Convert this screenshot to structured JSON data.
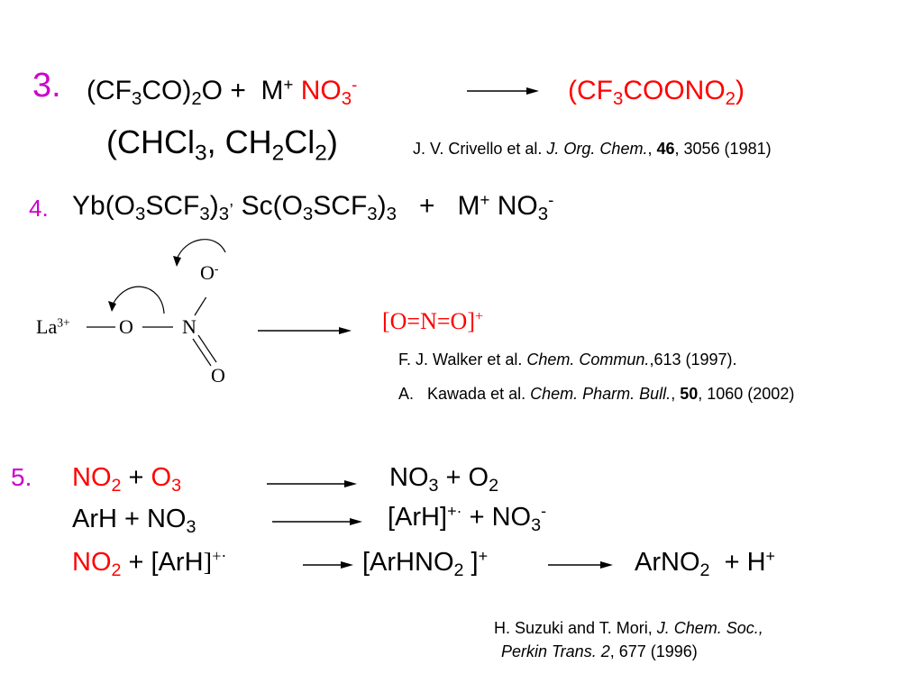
{
  "colors": {
    "red": "#ff0000",
    "purple": "#cc00cc",
    "black": "#000000"
  },
  "item3": {
    "number": "3.",
    "reactant_open": "(CF",
    "reactant_3": "3",
    "reactant_co": "CO)",
    "reactant_2": "2",
    "reactant_o": "O +",
    "m": "M",
    "plus": "+",
    "no3": "NO",
    "no3_sub": "3",
    "minus": "-",
    "product_open": "(CF",
    "product_3": "3",
    "product_mid": "COONO",
    "product_2": "2",
    "product_close": ")",
    "solvent_open": "(CHCl",
    "solvent_3": "3",
    "solvent_mid": ", CH",
    "solvent_2a": "2",
    "solvent_cl": "Cl",
    "solvent_2b": "2",
    "solvent_close": ")",
    "ref_authors": "J. V. Crivello et al.",
    "ref_journal": "J. Org. Chem.",
    "ref_comma1": ",",
    "ref_volume": "46",
    "ref_rest": ", 3056 (1981)"
  },
  "item4": {
    "number": "4.",
    "yb": "Yb(O",
    "yb_3": "3",
    "yb_scf": "SCF",
    "yb_3b": "3",
    "yb_close": ")",
    "yb_3c": "3",
    "comma": ",",
    "sc": "Sc(O",
    "sc_3": "3",
    "sc_scf": "SCF",
    "sc_3b": "3",
    "sc_close": ")",
    "sc_3c": "3",
    "plus": "+",
    "m": "M",
    "m_plus": "+",
    "no3": "NO",
    "no3_sub": "3",
    "no3_minus": "-"
  },
  "mechanism": {
    "la": "La",
    "la_charge": "3+",
    "o_bridge": "O",
    "n": "N",
    "o_minus": "O",
    "o_minus_charge": "-",
    "o_double": "O",
    "product": "[O=N=O]",
    "product_charge": "+"
  },
  "refs4": {
    "walker_authors": "F. J. Walker et al.",
    "walker_journal": "Chem. Commun.",
    "walker_rest": ",613 (1997).",
    "kawada_marker": "A.",
    "kawada_authors": "Kawada et al.",
    "kawada_journal": "Chem. Pharm. Bull.",
    "kawada_comma": ",",
    "kawada_volume": "50",
    "kawada_rest": ", 1060 (2002)"
  },
  "item5": {
    "number": "5.",
    "l1_no2": "NO",
    "l1_no2_sub": "2",
    "l1_plus": "+",
    "l1_o3": "O",
    "l1_o3_sub": "3",
    "l1_p_no3": "NO",
    "l1_p_no3_sub": "3",
    "l1_p_plus": "+ O",
    "l1_p_o2_sub": "2",
    "l2_arh": "ArH + NO",
    "l2_sub": "3",
    "l2_p_arh": "[ArH]",
    "l2_p_charge": "+·",
    "l2_p_plus": "+ NO",
    "l2_p_sub": "3",
    "l2_p_minus": "-",
    "l3_no2": "NO",
    "l3_no2_sub": "2",
    "l3_plus": "+",
    "l3_arh": "[ArH",
    "l3_bracket": "]",
    "l3_charge": "+·",
    "l3_p_arhno2": "[ArHNO",
    "l3_p_sub": "2",
    "l3_p_close": "]",
    "l3_p_charge": "+",
    "l3_final": "ArNO",
    "l3_final_sub": "2",
    "l3_final_plus": "+  H",
    "l3_final_charge": "+"
  },
  "ref5": {
    "authors": "H. Suzuki and T. Mori,",
    "journal": "J. Chem. Soc.,",
    "journal2": "Perkin Trans. 2",
    "rest": ", 677 (1996)"
  }
}
